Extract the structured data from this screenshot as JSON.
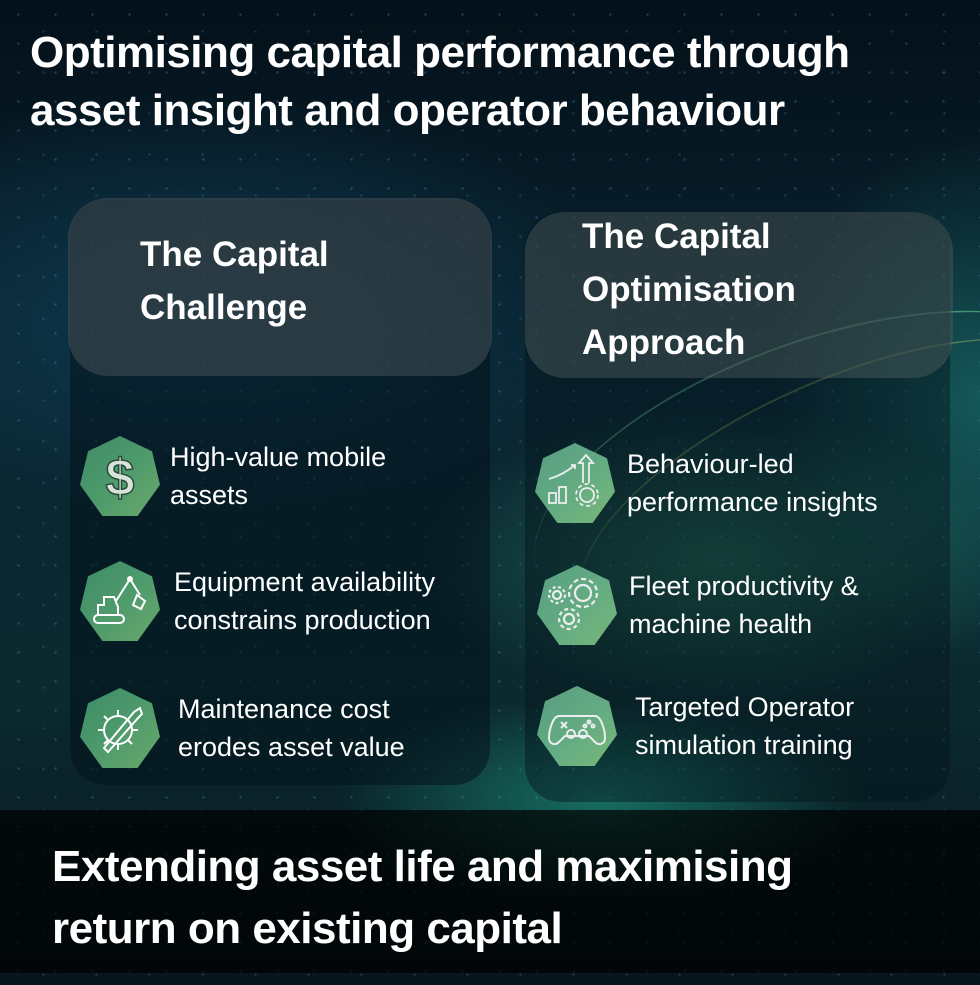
{
  "title": {
    "line1": "Optimising capital performance through",
    "line2": "asset insight and operator behaviour"
  },
  "left_panel": {
    "heading_line1": "The Capital",
    "heading_line2": "Challenge",
    "items": [
      {
        "icon": "dollar-icon",
        "line1": "High-value mobile",
        "line2": "assets"
      },
      {
        "icon": "excavator-icon",
        "line1": "Equipment availability",
        "line2": "constrains production"
      },
      {
        "icon": "gear-wrench-icon",
        "line1": "Maintenance cost",
        "line2": "erodes asset value"
      }
    ]
  },
  "right_panel": {
    "heading_line1": "The Capital",
    "heading_line2": "Optimisation",
    "heading_line3": "Approach",
    "items": [
      {
        "icon": "growth-chart-gear-icon",
        "line1": "Behaviour-led",
        "line2": "performance insights"
      },
      {
        "icon": "gears-icon",
        "line1": "Fleet productivity &",
        "line2": "machine health"
      },
      {
        "icon": "gamepad-icon",
        "line1": "Targeted Operator",
        "line2": "simulation training"
      }
    ]
  },
  "footer": {
    "line1": "Extending asset life and maximising",
    "line2": "return on existing capital"
  },
  "colors": {
    "icon_bg": "#4d9a6c",
    "background": "#0a2633",
    "text": "#ffffff"
  }
}
